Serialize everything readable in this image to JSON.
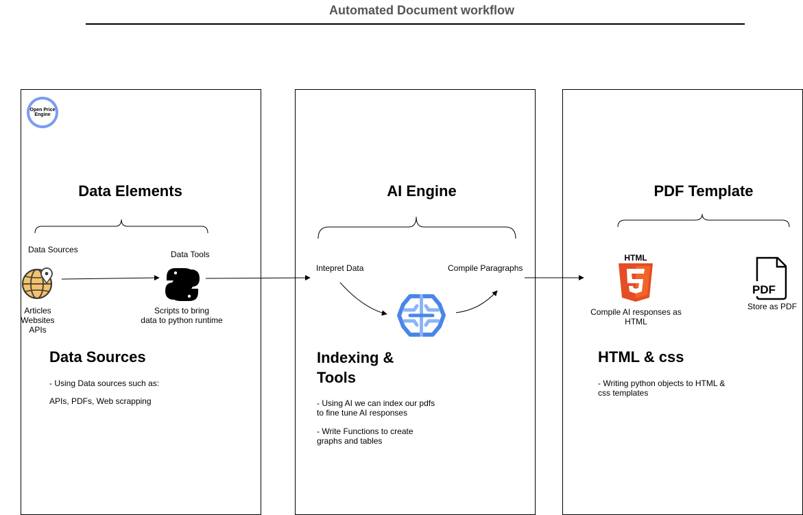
{
  "title": "Automated Document workflow",
  "logo": {
    "line1": "Open Price",
    "line2": "Engine"
  },
  "panels": {
    "data": {
      "heading": "Data Elements",
      "sources_label": "Data Sources",
      "tools_label": "Data Tools",
      "globe_caption": [
        "Articles",
        "Websites",
        "APIs"
      ],
      "python_caption": [
        "Scripts to bring",
        "data to python runtime"
      ],
      "section_title": "Data Sources",
      "notes": [
        "- Using Data sources such as:",
        "APIs, PDFs, Web scrapping"
      ]
    },
    "ai": {
      "heading": "AI Engine",
      "interpret_label": "Intepret Data",
      "compile_label": "Compile Paragraphs",
      "section_title_line1": "Indexing &",
      "section_title_line2": "Tools",
      "notes": [
        [
          "- Using AI we can index our pdfs",
          "to fine tune AI responses"
        ],
        [
          "- Write Functions to create",
          "graphs and tables"
        ]
      ]
    },
    "pdf": {
      "heading": "PDF Template",
      "html_badge": "HTML",
      "html_caption": [
        "Compile AI responses as",
        "HTML"
      ],
      "pdf_badge": "PDF",
      "pdf_caption": "Store as PDF",
      "section_title": "HTML & css",
      "notes": [
        "- Writing python objects to HTML &",
        "css templates"
      ]
    }
  },
  "colors": {
    "html5_orange": "#e44d26",
    "html5_light": "#f16529",
    "brain_blue": "#4a86e8",
    "brain_light": "#8ab4f8",
    "python_icon": "#000000",
    "globe_fill": "#f5c26b",
    "logo_ring": "#7b9cf0"
  }
}
